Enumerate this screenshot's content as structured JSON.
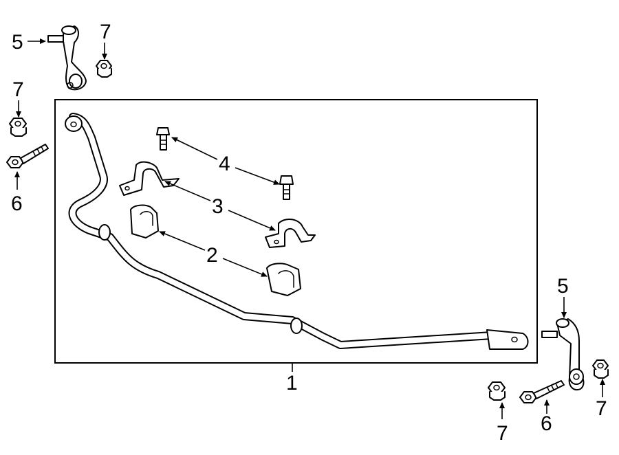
{
  "labels": {
    "stabilizer_bar": "1",
    "bushing": "2",
    "bushing_bracket": "3",
    "bracket_bolt": "4",
    "link_left": "5",
    "link_right": "5",
    "link_bolt_left": "6",
    "link_bolt_right": "6",
    "nut_top_left": "7",
    "nut_mid_left": "7",
    "nut_bottom_center": "7",
    "nut_right": "7"
  }
}
